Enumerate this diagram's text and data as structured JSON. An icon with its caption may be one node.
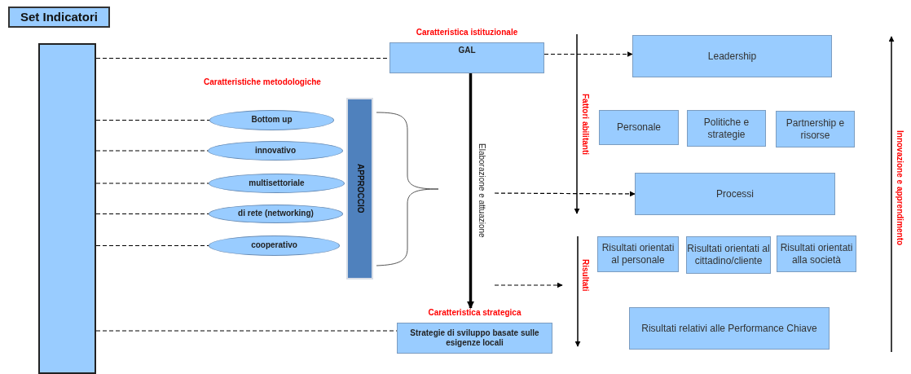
{
  "diagram": {
    "nodes": [
      {
        "text": [
          "Set Indicatori"
        ]
      },
      {
        "text": [],
        "shape": "box"
      },
      {
        "text": [
          "Caratteristica istituzionale",
          "GAL"
        ]
      },
      {
        "text": [
          "Bottom up"
        ]
      },
      {
        "text": [
          "innovativo"
        ]
      },
      {
        "text": [
          "multisettoriale"
        ]
      },
      {
        "text": [
          "di rete (networking)"
        ]
      },
      {
        "text": [
          "cooperativo"
        ]
      },
      {
        "text": [
          "APPROCCIO"
        ]
      },
      {
        "text": [
          "Caratteristica strategica",
          "Strategie di sviluppo basate sulle esigenze locali"
        ]
      },
      {
        "text": [
          "Leadership"
        ]
      },
      {
        "text": [
          "Personale"
        ]
      },
      {
        "text": [
          "Politiche e strategie"
        ]
      },
      {
        "text": [
          "Partnership e risorse"
        ]
      },
      {
        "text": [
          "Processi"
        ]
      },
      {
        "text": [
          "Risultati orientati al personale"
        ]
      },
      {
        "text": [
          "Risultati orientati al cittadino/cliente"
        ]
      },
      {
        "text": [
          "Risultati orientati alla società"
        ]
      },
      {
        "text": [
          "Risultati relativi alle Performance Chiave"
        ]
      }
    ],
    "edges": [
      {
        "from": 1,
        "to": 2,
        "arrow": "none",
        "style": "dashed"
      },
      {
        "from": 1,
        "to": 3,
        "arrow": "none",
        "style": "dashed"
      },
      {
        "from": 1,
        "to": 4,
        "arrow": "none",
        "style": "dashed"
      },
      {
        "from": 1,
        "to": 5,
        "arrow": "none",
        "style": "dashed"
      },
      {
        "from": 1,
        "to": 6,
        "arrow": "none",
        "style": "dashed"
      },
      {
        "from": 1,
        "to": 7,
        "arrow": "none",
        "style": "dashed"
      },
      {
        "from": 1,
        "to": 9,
        "arrow": "none",
        "style": "dashed"
      },
      {
        "from": 2,
        "to": 10,
        "arrow": "to",
        "style": "dashed"
      },
      {
        "from": 2,
        "to": 9,
        "arrow": "to",
        "style": "thick",
        "label": "Elaborazione e attuazione"
      },
      {
        "from": null,
        "to": 14,
        "arrow": "to",
        "style": "dashed"
      }
    ],
    "labels": [
      "Caratteristiche metodologiche",
      "Fattori abilitanti",
      "Risultati",
      "Innovazione e apprendimento"
    ]
  }
}
